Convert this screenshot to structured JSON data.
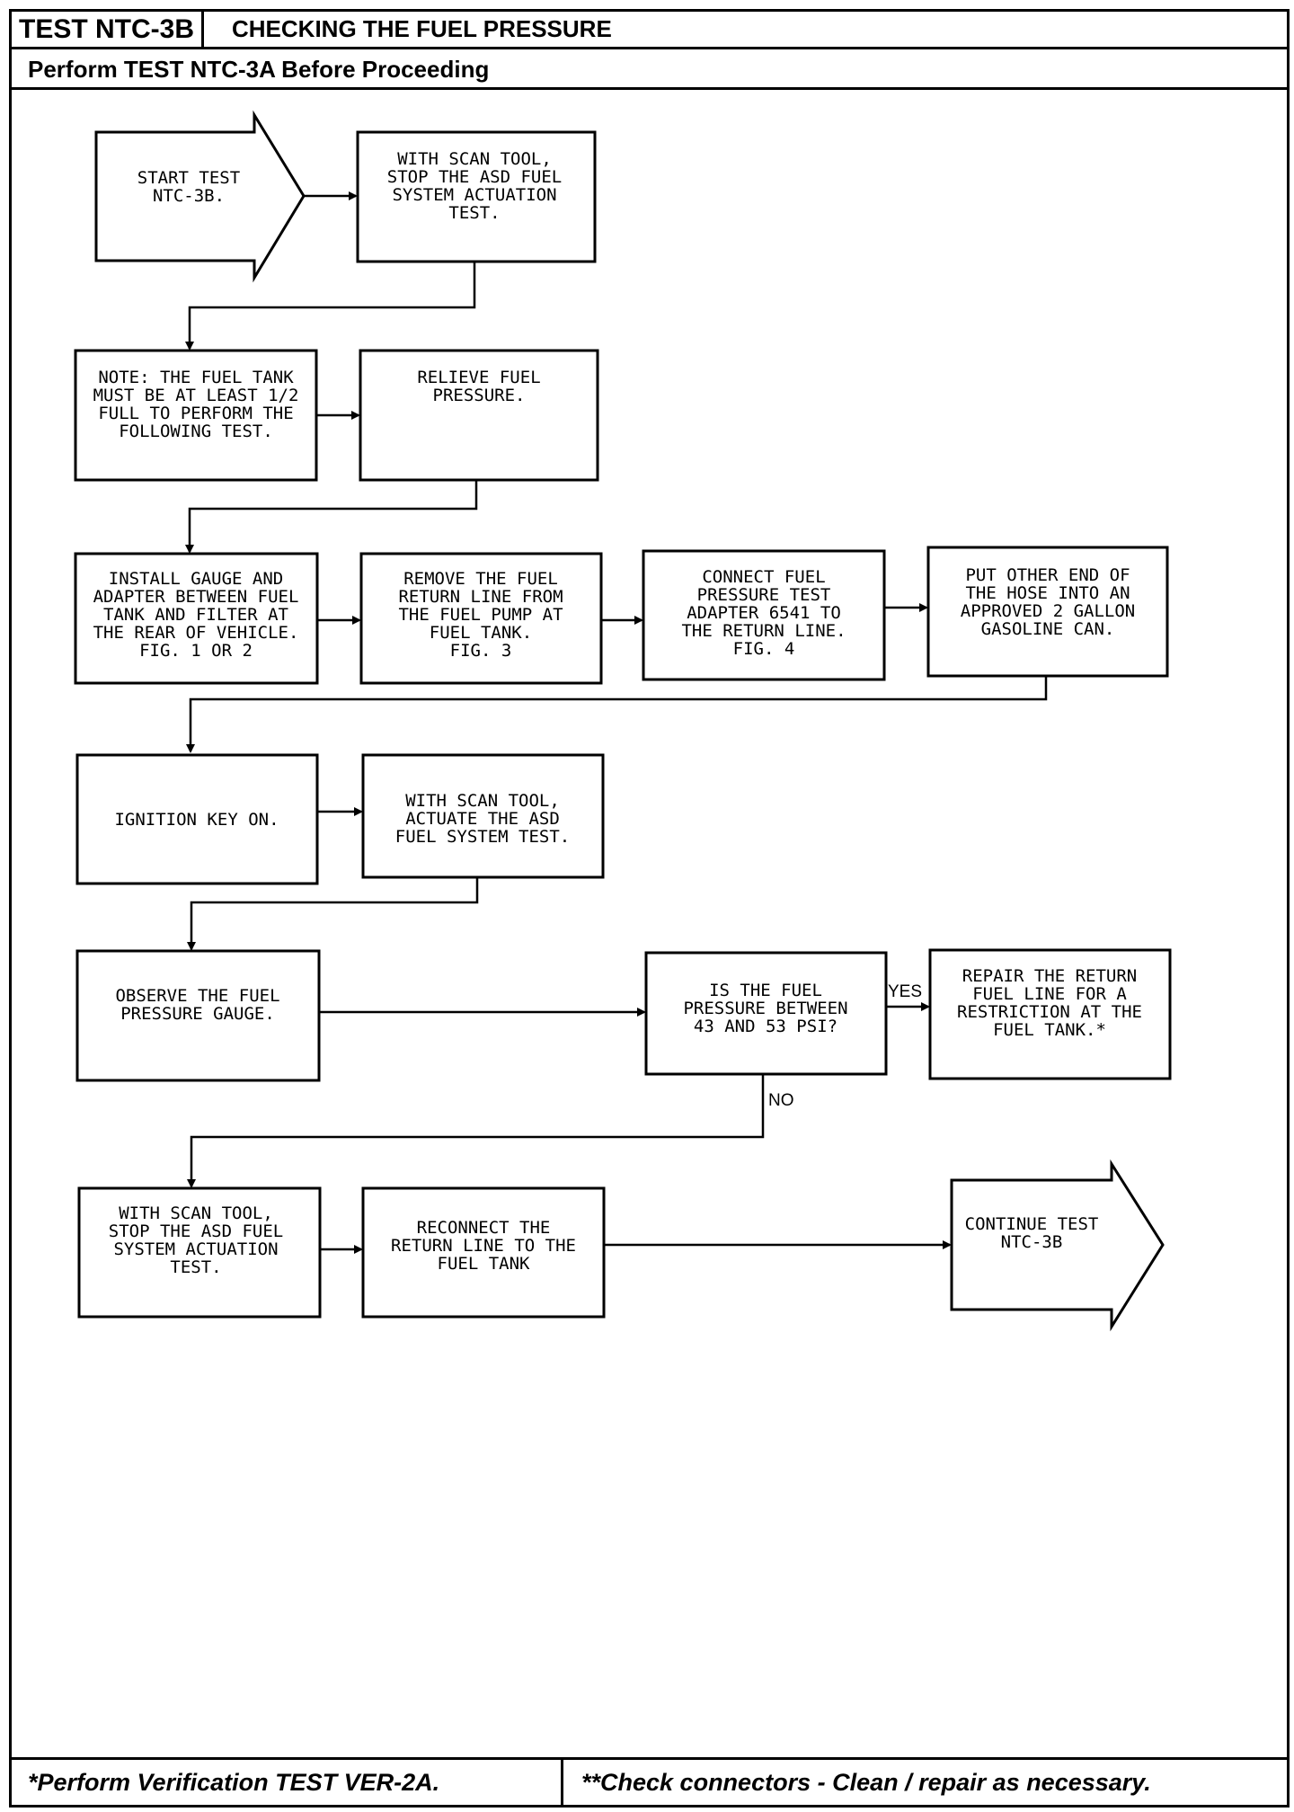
{
  "header": {
    "test_id": "TEST NTC-3B",
    "title": "CHECKING THE FUEL PRESSURE",
    "subtitle": "Perform TEST NTC-3A Before Proceeding"
  },
  "footer": {
    "left": "*Perform Verification TEST VER-2A.",
    "right": "**Check connectors - Clean / repair as necessary."
  },
  "steps": {
    "start": [
      "START TEST",
      "NTC-3B."
    ],
    "stop_asd_1": [
      "WITH SCAN TOOL,",
      "STOP THE ASD FUEL",
      "SYSTEM ACTUATION",
      "TEST."
    ],
    "note": [
      "NOTE:  THE FUEL TANK",
      "MUST BE AT LEAST 1/2",
      "FULL TO PERFORM THE",
      "FOLLOWING TEST."
    ],
    "relieve": [
      "RELIEVE FUEL",
      "PRESSURE."
    ],
    "install_gauge": [
      "INSTALL GAUGE AND",
      "ADAPTER BETWEEN FUEL",
      "TANK AND FILTER AT",
      "THE REAR OF VEHICLE.",
      "FIG. 1 OR 2"
    ],
    "remove_return": [
      "REMOVE THE FUEL",
      "RETURN LINE FROM",
      "THE FUEL PUMP AT",
      "FUEL TANK.",
      "FIG. 3"
    ],
    "connect_adapter": [
      "CONNECT FUEL",
      "PRESSURE TEST",
      "ADAPTER 6541 TO",
      "THE RETURN LINE.",
      "FIG. 4"
    ],
    "put_hose": [
      "PUT OTHER END OF",
      "THE HOSE INTO AN",
      "APPROVED 2 GALLON",
      "GASOLINE CAN."
    ],
    "ignition": [
      "IGNITION KEY ON."
    ],
    "actuate": [
      "WITH SCAN TOOL,",
      "ACTUATE THE ASD",
      "FUEL SYSTEM TEST."
    ],
    "observe": [
      "OBSERVE THE FUEL",
      "PRESSURE GAUGE."
    ],
    "question": [
      "IS THE FUEL",
      "PRESSURE BETWEEN",
      "43 AND 53 PSI?"
    ],
    "repair": [
      "REPAIR THE RETURN",
      "FUEL LINE FOR A",
      "RESTRICTION AT THE",
      "FUEL TANK.*"
    ],
    "stop_asd_2": [
      "WITH SCAN TOOL,",
      "STOP THE ASD FUEL",
      "SYSTEM ACTUATION",
      "TEST."
    ],
    "reconnect": [
      "RECONNECT THE",
      "RETURN LINE TO THE",
      "FUEL TANK"
    ],
    "continue": [
      "CONTINUE TEST",
      "NTC-3B"
    ]
  },
  "labels": {
    "yes": "YES",
    "no": "NO"
  }
}
